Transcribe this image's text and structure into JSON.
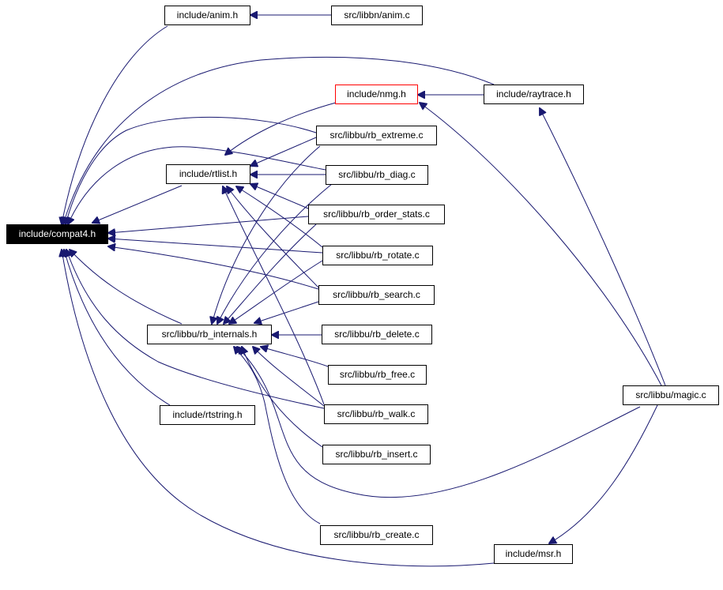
{
  "graph": {
    "colors": {
      "edge": "#191970",
      "root_fill": "#000000",
      "root_text": "#ffffff",
      "node_border": "#000000",
      "highlight_border": "#ff0000"
    },
    "nodes": {
      "compat4": "include/compat4.h",
      "anim_h": "include/anim.h",
      "anim_c": "src/libbn/anim.c",
      "nmg": "include/nmg.h",
      "raytrace": "include/raytrace.h",
      "rb_extreme": "src/libbu/rb_extreme.c",
      "rtlist": "include/rtlist.h",
      "rb_diag": "src/libbu/rb_diag.c",
      "rb_order_stats": "src/libbu/rb_order_stats.c",
      "rb_rotate": "src/libbu/rb_rotate.c",
      "rb_search": "src/libbu/rb_search.c",
      "rb_internals": "src/libbu/rb_internals.h",
      "rb_delete": "src/libbu/rb_delete.c",
      "rb_free": "src/libbu/rb_free.c",
      "rtstring": "include/rtstring.h",
      "rb_walk": "src/libbu/rb_walk.c",
      "magic": "src/libbu/magic.c",
      "rb_insert": "src/libbu/rb_insert.c",
      "rb_create": "src/libbu/rb_create.c",
      "msr": "include/msr.h"
    }
  }
}
